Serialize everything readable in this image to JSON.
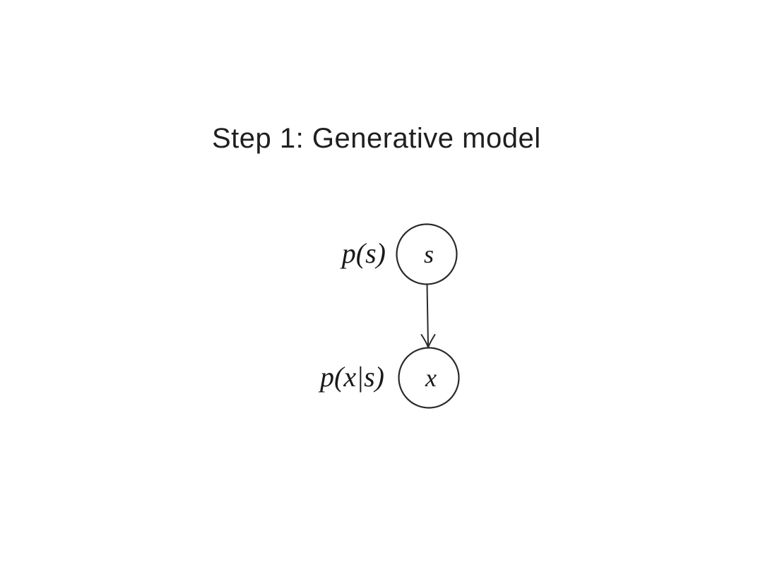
{
  "slide": {
    "title": "Step 1: Generative model",
    "background": "#ffffff"
  },
  "diagram": {
    "type": "graphical-model",
    "nodes": [
      {
        "id": "s",
        "label": "s",
        "annotation": "p(s)"
      },
      {
        "id": "x",
        "label": "x",
        "annotation": "p(x|s)"
      }
    ],
    "edges": [
      {
        "from": "s",
        "to": "x",
        "style": "arrow-down"
      }
    ],
    "colors": {
      "stroke": "#2a2a2a",
      "text": "#1a1a1a",
      "title": "#1f1f1f",
      "node_fill": "#ffffff"
    }
  }
}
